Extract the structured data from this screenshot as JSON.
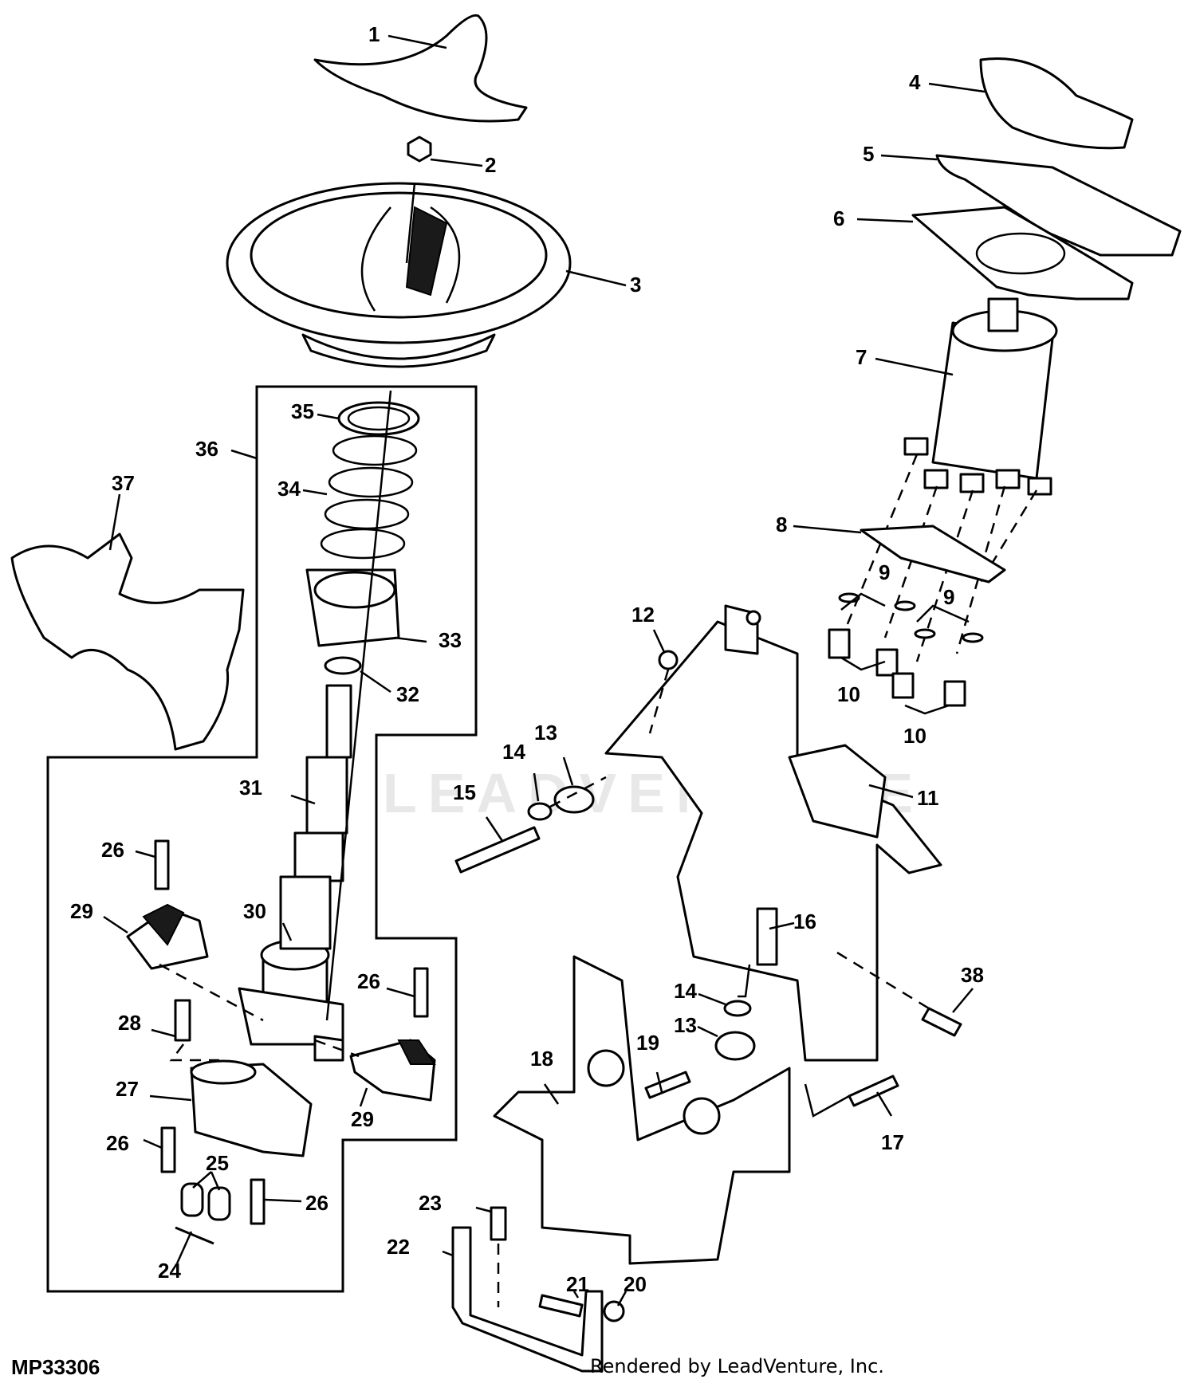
{
  "figure_id": "MP33306",
  "credit": "Rendered by LeadVenture, Inc.",
  "watermark": "LEADVENTURE",
  "callouts": [
    "1",
    "2",
    "3",
    "4",
    "5",
    "6",
    "7",
    "8",
    "9",
    "9",
    "10",
    "10",
    "11",
    "12",
    "13",
    "13",
    "14",
    "14",
    "15",
    "16",
    "17",
    "18",
    "19",
    "20",
    "21",
    "22",
    "23",
    "24",
    "25",
    "26",
    "26",
    "26",
    "26",
    "27",
    "28",
    "29",
    "29",
    "30",
    "31",
    "32",
    "33",
    "34",
    "35",
    "36",
    "37",
    "38"
  ]
}
